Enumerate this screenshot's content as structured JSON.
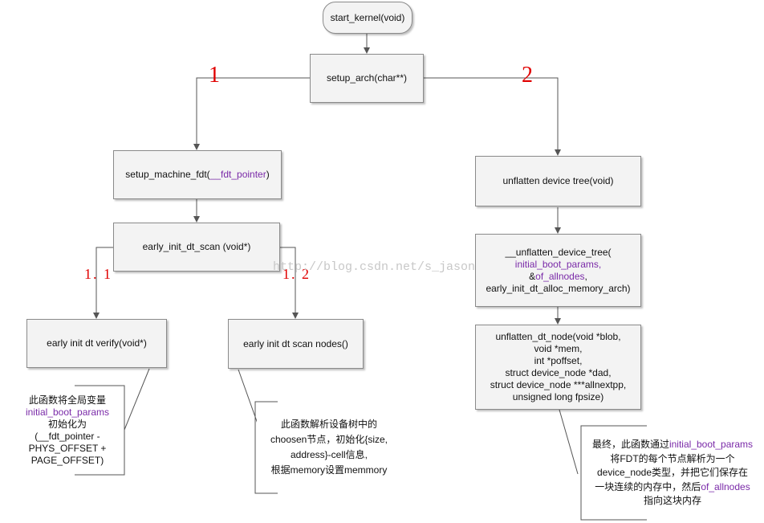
{
  "nodes": {
    "start_kernel": "start_kernel(void)",
    "setup_arch": "setup_arch(char**)",
    "setup_machine_fdt": {
      "prefix": "setup_machine_fdt(",
      "arg": "__fdt_pointer",
      "suffix": ")"
    },
    "early_init_dt_scan": "early_init_dt_scan (void*)",
    "early_init_dt_verify": "early  init  dt  verify(void*)",
    "early_init_dt_scan_nodes": "early  init  dt  scan  nodes()",
    "unflatten_device_tree": "unflatten  device  tree(void)",
    "unflatten_device_tree_inner": {
      "line1": "__unflatten_device_tree(",
      "line2": "initial_boot_params,",
      "line3_prefix": "&",
      "line3_purple": "of_allnodes",
      "line3_suffix": ",",
      "line4": "early_init_dt_alloc_memory_arch)"
    },
    "unflatten_dt_node": {
      "line1": "unflatten_dt_node(void *blob,",
      "line2": "void *mem,",
      "line3": "int *poffset,",
      "line4": "struct device_node *dad,",
      "line5": "struct device_node ***allnextpp,",
      "line6": "unsigned long fpsize)"
    }
  },
  "tags": {
    "branch1": "1",
    "branch2": "2",
    "branch11": "1. 1",
    "branch12": "1. 2"
  },
  "notes": {
    "verify_note": {
      "line1": "此函数将全局变量",
      "line2": "initial_boot_params",
      "line3": "初始化为",
      "line4": "(__fdt_pointer -",
      "line5": "PHYS_OFFSET +",
      "line6": "PAGE_OFFSET)"
    },
    "scan_nodes_note": {
      "line1": "此函数解析设备树中的",
      "line2": "choosen节点，初始化{size,",
      "line3": "address}-cell信息,",
      "line4": "根据memory设置memmory"
    },
    "unflatten_note": {
      "line1_prefix": "最终，此函数通过",
      "line1_purple": "initial_boot_params",
      "line2": "将FDT的每个节点解析为一个",
      "line3": "device_node类型，并把它们保存在",
      "line4_prefix": "一块连续的内存中，然后",
      "line4_purple": "of_allnodes",
      "line5": "指向这块内存"
    }
  },
  "watermark": "http://blog.csdn.net/s_jason",
  "colors": {
    "tag": "#e00000",
    "purple": "#7a2aa8",
    "line": "#555555"
  }
}
